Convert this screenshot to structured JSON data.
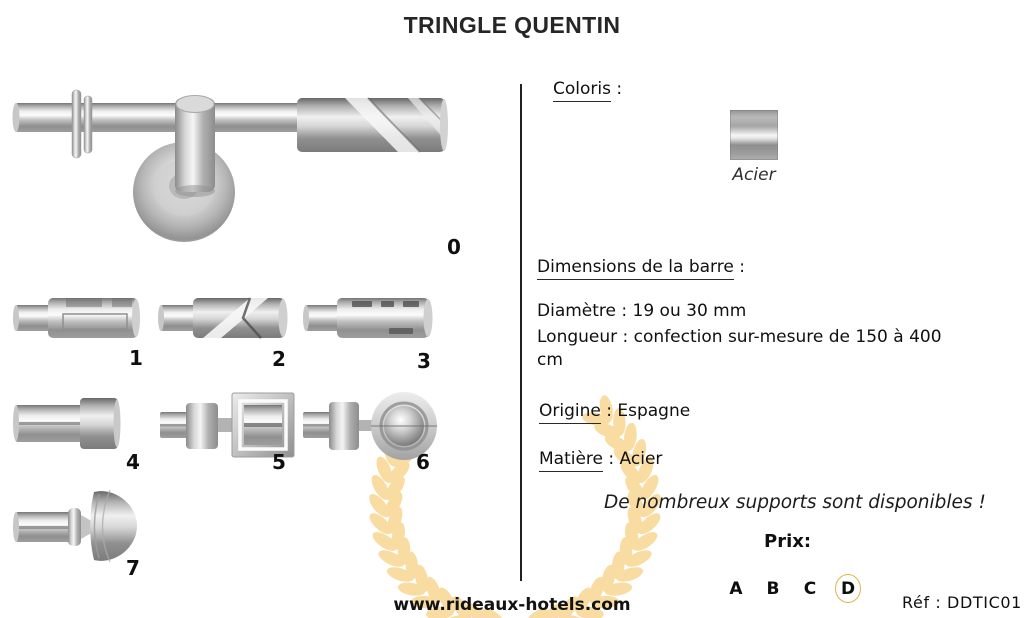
{
  "title": "TRINGLE QUENTIN",
  "sections": {
    "coloris": {
      "label": "Coloris",
      "suffix": " :",
      "swatch": {
        "name": "Acier"
      }
    },
    "dimensions": {
      "label": "Dimensions de la barre",
      "suffix": " :",
      "diametre": "Diamètre : 19 ou 30 mm",
      "longueur": "Longueur :  confection sur-mesure de 150 à 400 cm"
    },
    "origine": {
      "label": "Origine",
      "suffix": " : Espagne"
    },
    "matiere": {
      "label": "Matière",
      "suffix": " : Acier"
    },
    "note": "De nombreux supports sont disponibles !",
    "prix": {
      "label": "Prix:",
      "options": [
        "A",
        "B",
        "C",
        "D"
      ],
      "circled": "D"
    },
    "reference": "Réf : DDTIC01"
  },
  "footer": {
    "website": "www.rideaux-hotels.com"
  },
  "variants": {
    "labels": [
      "0",
      "1",
      "2",
      "3",
      "4",
      "5",
      "6",
      "7"
    ]
  },
  "colors": {
    "accent_gold": "#E5B04C",
    "wreath": "#F8DCA2",
    "ink": "#141414"
  }
}
